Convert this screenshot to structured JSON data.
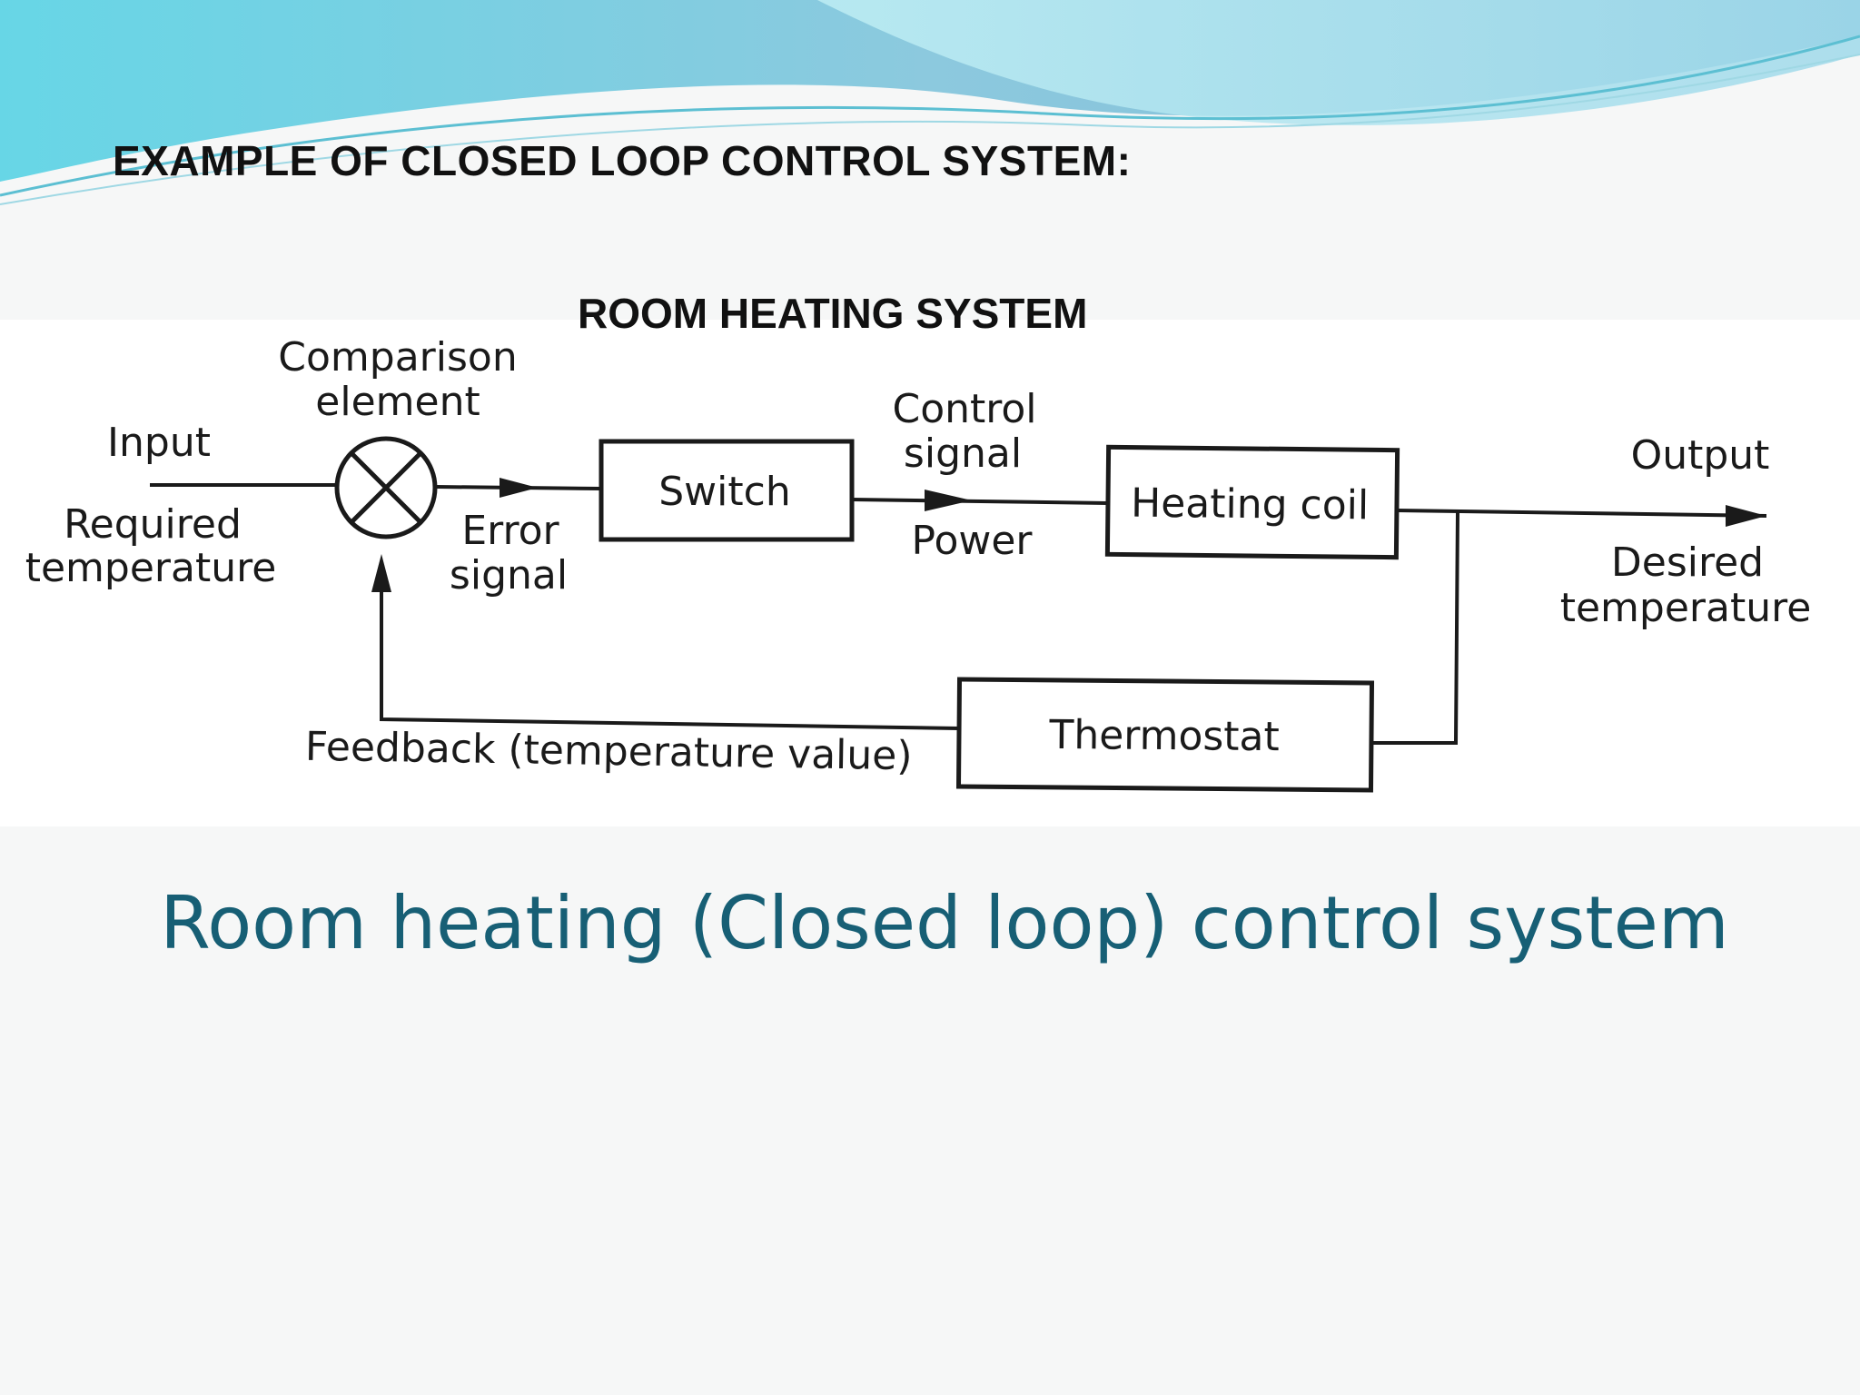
{
  "slide": {
    "heading": "EXAMPLE OF CLOSED LOOP CONTROL SYSTEM:",
    "caption": "Room heating (Closed loop) control system",
    "theme_colors": {
      "wave_dark": "#7ec5d9",
      "wave_light": "#a6e3ee",
      "caption": "#175f75"
    }
  },
  "diagram": {
    "title": "ROOM HEATING SYSTEM",
    "nodes": {
      "comparator": {
        "label_line1": "Comparison",
        "label_line2": "element"
      },
      "switch": {
        "label": "Switch"
      },
      "heating_coil": {
        "label": "Heating coil"
      },
      "thermostat": {
        "label": "Thermostat"
      }
    },
    "signals": {
      "input": "Input",
      "required_line1": "Required",
      "required_line2": "temperature",
      "error_line1": "Error",
      "error_line2": "signal",
      "control_line1": "Control",
      "control_line2": "signal",
      "power": "Power",
      "output": "Output",
      "desired_line1": "Desired",
      "desired_line2": "temperature",
      "feedback": "Feedback (temperature value)"
    }
  }
}
